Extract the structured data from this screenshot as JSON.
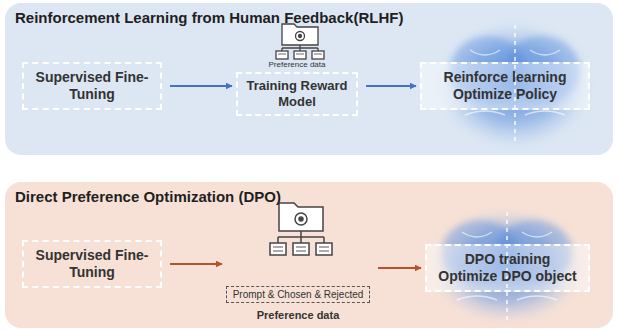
{
  "diagram": {
    "nodes": [
      {
        "text": [
          "Reinforcement Learning from Human Feedback(RLHF)"
        ]
      },
      {
        "text": [
          "Supervised Fine-Tuning"
        ],
        "in": 0
      },
      {
        "text": [
          "Preference data",
          "Training Reward Model"
        ],
        "in": 0
      },
      {
        "text": [
          "Reinforce learning Optimize Policy"
        ],
        "in": 0
      },
      {
        "text": [
          "Direct Preference Optimization (DPO)"
        ]
      },
      {
        "text": [
          "Supervised Fine-Tuning"
        ],
        "in": 4
      },
      {
        "text": [
          "Prompt & Chosen & Rejected",
          "Preference data"
        ],
        "in": 4
      },
      {
        "text": [
          "DPO training Optimize DPO object"
        ],
        "in": 4
      }
    ],
    "edges": [
      {
        "from": 1,
        "to": 2,
        "arrow": "to"
      },
      {
        "from": 2,
        "to": 3,
        "arrow": "to"
      },
      {
        "from": 5,
        "to": 6,
        "arrow": "to"
      },
      {
        "from": 6,
        "to": 7,
        "arrow": "to"
      }
    ]
  }
}
